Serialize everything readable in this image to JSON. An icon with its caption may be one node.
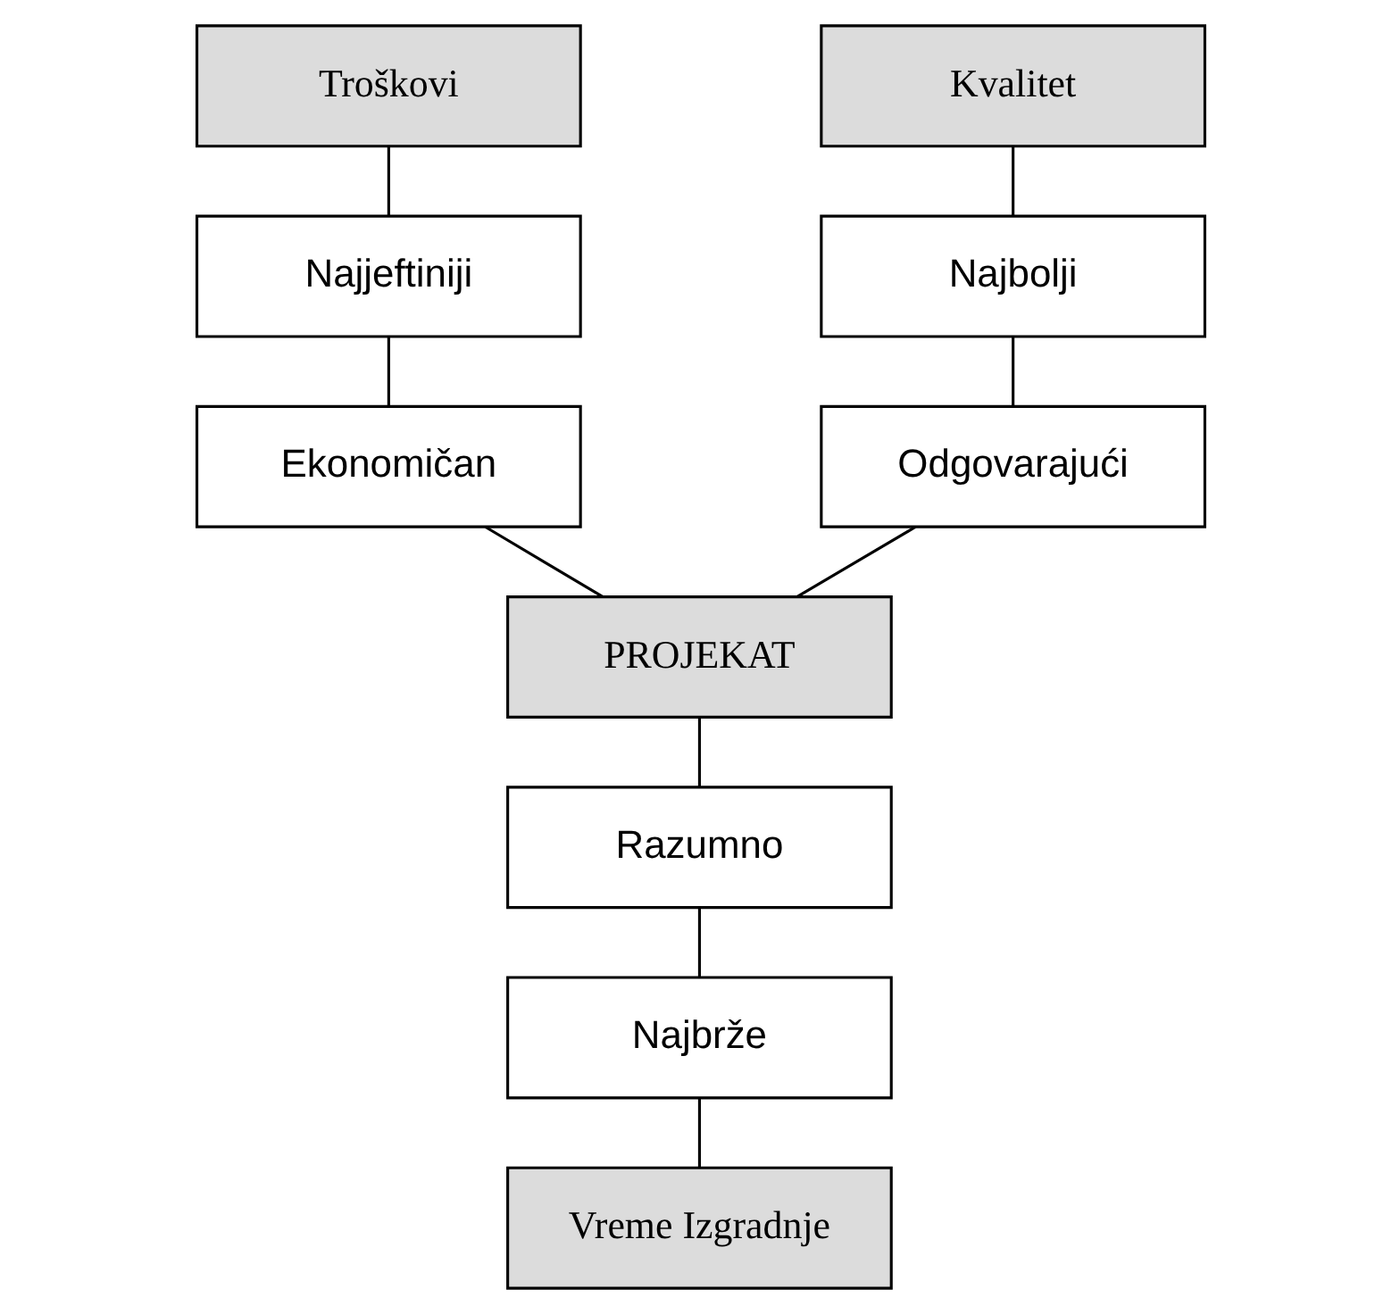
{
  "diagram": {
    "nodes": [
      {
        "text": [
          "Troškovi"
        ]
      },
      {
        "text": [
          "Najjeftiniji"
        ]
      },
      {
        "text": [
          "Ekonomičan"
        ]
      },
      {
        "text": [
          "Kvalitet"
        ]
      },
      {
        "text": [
          "Najbolji"
        ]
      },
      {
        "text": [
          "Odgovarajući"
        ]
      },
      {
        "text": [
          "PROJEKAT"
        ]
      },
      {
        "text": [
          "Razumno"
        ]
      },
      {
        "text": [
          "Najbrže"
        ]
      },
      {
        "text": [
          "Vreme Izgradnje"
        ]
      }
    ],
    "edges": [
      {
        "from": 0,
        "to": 1,
        "arrow": "none"
      },
      {
        "from": 1,
        "to": 2,
        "arrow": "none"
      },
      {
        "from": 2,
        "to": 6,
        "arrow": "none"
      },
      {
        "from": 3,
        "to": 4,
        "arrow": "none"
      },
      {
        "from": 4,
        "to": 5,
        "arrow": "none"
      },
      {
        "from": 5,
        "to": 6,
        "arrow": "none"
      },
      {
        "from": 6,
        "to": 7,
        "arrow": "none"
      },
      {
        "from": 7,
        "to": 8,
        "arrow": "none"
      },
      {
        "from": 8,
        "to": 9,
        "arrow": "none"
      }
    ]
  }
}
